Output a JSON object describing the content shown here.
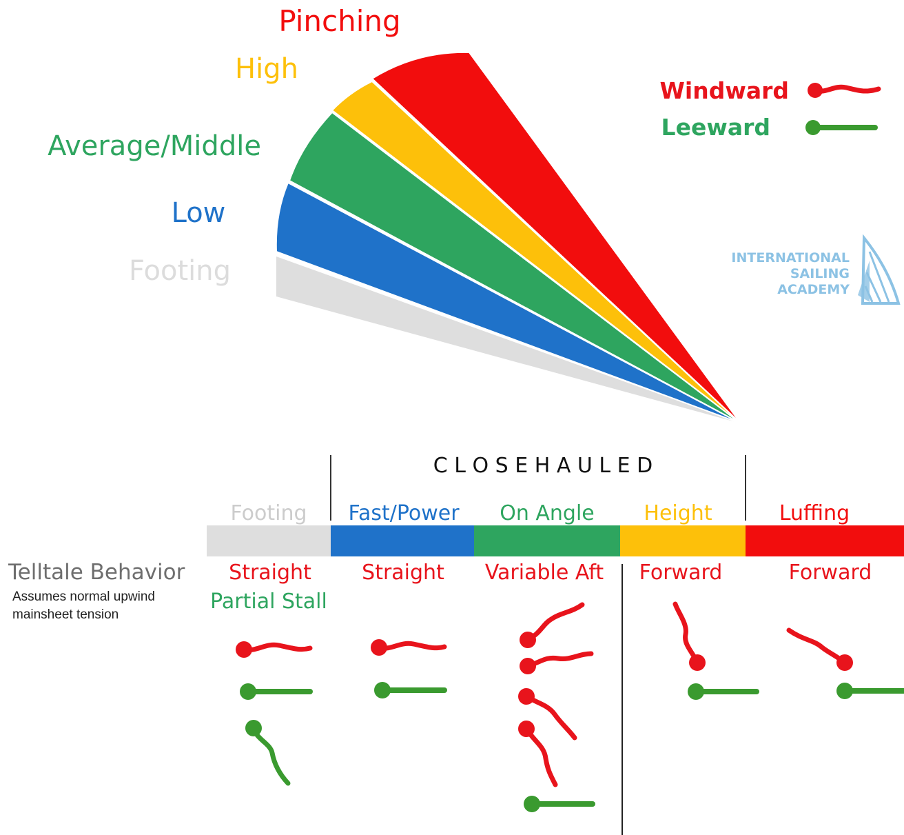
{
  "fan_labels": {
    "pinching": "Pinching",
    "high": "High",
    "average": "Average/Middle",
    "low": "Low",
    "footing": "Footing"
  },
  "legend": {
    "windward": "Windward",
    "leeward": "Leeward"
  },
  "logo": {
    "line1": "INTERNATIONAL",
    "line2": "SAILING",
    "line3": "ACADEMY"
  },
  "closehauled": "C L O S E H A U L E D",
  "modes": {
    "footing": "Footing",
    "fast_power": "Fast/Power",
    "on_angle": "On Angle",
    "height": "Height",
    "luffing": "Luffing"
  },
  "telltale": {
    "title": "Telltale Behavior",
    "note_line1": "Assumes normal upwind",
    "note_line2": "mainsheet tension"
  },
  "behaviors": {
    "footing_1": "Straight",
    "footing_2": "Partial Stall",
    "fast_power": "Straight",
    "on_angle": "Variable Aft",
    "height": "Forward",
    "luffing": "Forward"
  },
  "colors": {
    "red": "#f20d0d",
    "yellow": "#fdc00a",
    "green": "#2ea55f",
    "blue": "#1f72c9",
    "gray": "#dcdcdc",
    "windward_red": "#e8141c",
    "leeward_green": "#3a9a2f",
    "logo_blue": "#8cc2e4"
  }
}
